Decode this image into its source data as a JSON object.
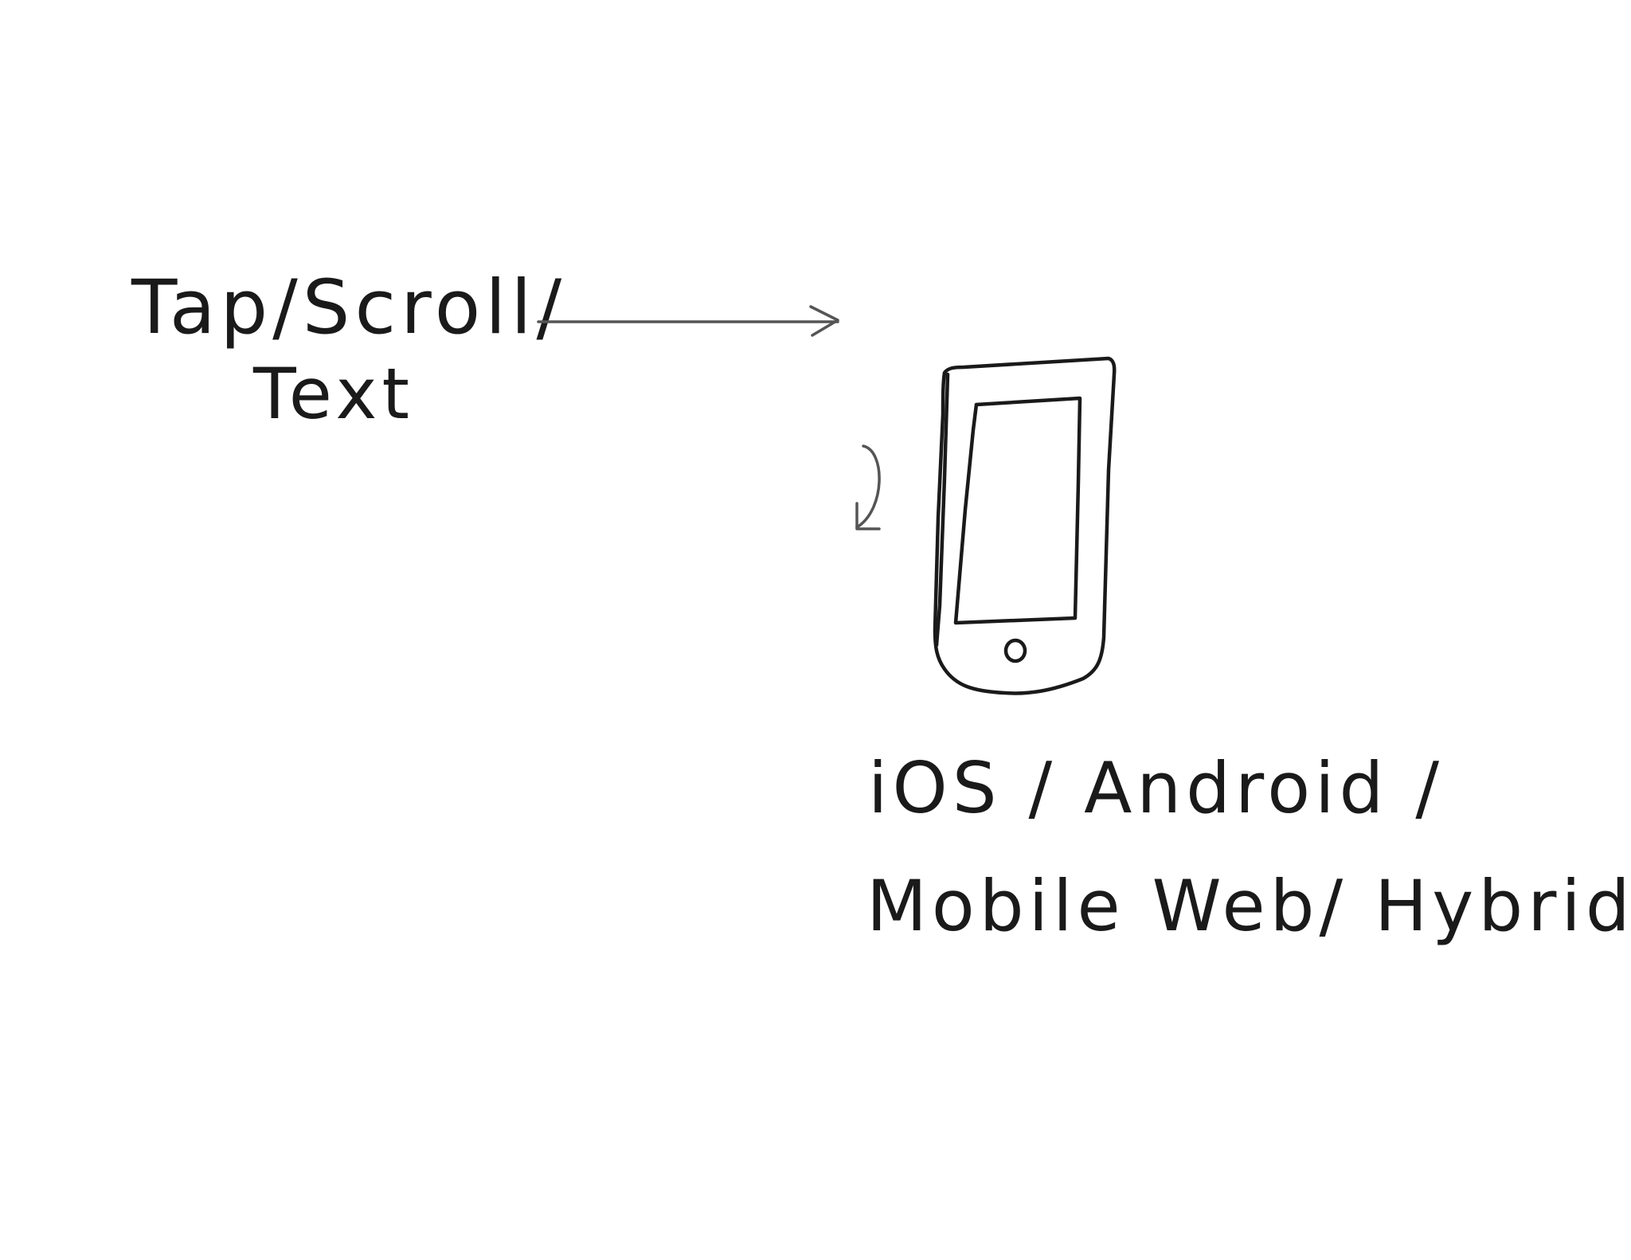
{
  "diagram": {
    "input_label": {
      "line1": "Tap/Scroll/",
      "line2": "Text"
    },
    "platform_label": {
      "line1": "iOS / Android /",
      "line2": "Mobile Web/ Hybrid"
    },
    "icons": {
      "phone": "smartphone-icon",
      "home_button": "home-button-icon",
      "input_arrow": "right-arrow-icon",
      "rotate_arrow": "curved-arrow-icon"
    },
    "colors": {
      "ink": "#1a1a1a",
      "arrow": "#555555",
      "background": "#ffffff"
    }
  }
}
